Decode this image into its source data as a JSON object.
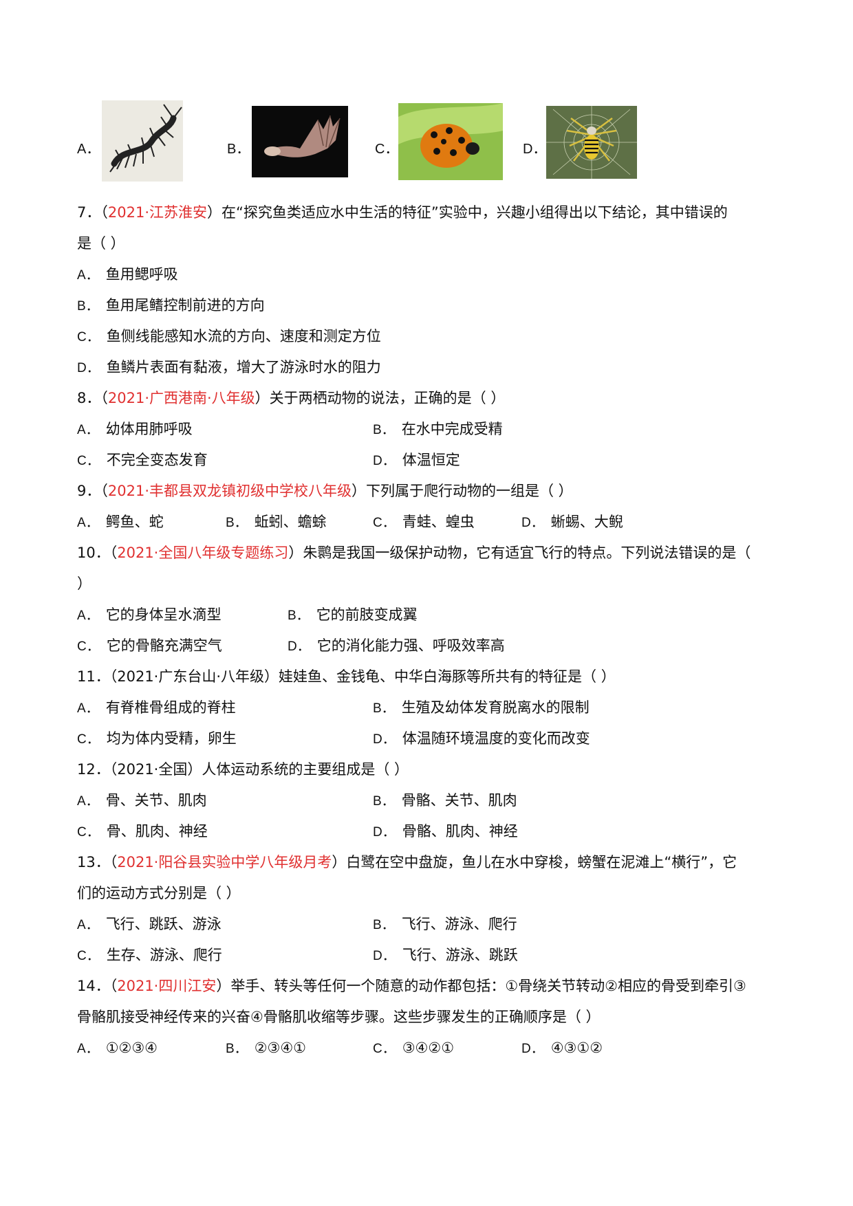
{
  "image_question": {
    "options": [
      {
        "letter": "A．",
        "icon": "centipede-image"
      },
      {
        "letter": "B．",
        "icon": "bat-image"
      },
      {
        "letter": "C．",
        "icon": "ladybug-image"
      },
      {
        "letter": "D．",
        "icon": "spider-image"
      }
    ]
  },
  "q7": {
    "num": "7．",
    "paren_open": "（",
    "source": "2021·江苏淮安",
    "text1": "）在“探究鱼类适应水中生活的特征”实验中，兴趣小组得出以下结论，其中错误的",
    "text2": "是（    ）",
    "options": [
      {
        "letter": "A．",
        "text": "鱼用鳃呼吸"
      },
      {
        "letter": "B．",
        "text": "鱼用尾鳍控制前进的方向"
      },
      {
        "letter": "C．",
        "text": "鱼侧线能感知水流的方向、速度和测定方位"
      },
      {
        "letter": "D．",
        "text": "鱼鳞片表面有黏液，增大了游泳时水的阻力"
      }
    ]
  },
  "q8": {
    "num": "8．",
    "paren_open": "（",
    "source": "2021·广西港南·八年级",
    "text1": "）关于两栖动物的说法，正确的是（    ）",
    "options": [
      {
        "letter": "A．",
        "text": "幼体用肺呼吸"
      },
      {
        "letter": "B．",
        "text": "在水中完成受精"
      },
      {
        "letter": "C．",
        "text": "不完全变态发育"
      },
      {
        "letter": "D．",
        "text": "体温恒定"
      }
    ]
  },
  "q9": {
    "num": "9．",
    "paren_open": "（",
    "source": "2021·丰都县双龙镇初级中学校八年级",
    "text1": "）下列属于爬行动物的一组是（        ）",
    "options": [
      {
        "letter": "A．",
        "text": "鳄鱼、蛇"
      },
      {
        "letter": "B．",
        "text": "蚯蚓、蟾蜍"
      },
      {
        "letter": "C．",
        "text": "青蛙、蝗虫"
      },
      {
        "letter": "D．",
        "text": "蜥蜴、大鲵"
      }
    ]
  },
  "q10": {
    "num": "10．",
    "paren_open": "（",
    "source": "2021·全国八年级专题练习",
    "text1": "）朱鹮是我国一级保护动物，它有适宜飞行的特点。下列说法错误的是（",
    "text2": "）",
    "options": [
      {
        "letter": "A．",
        "text": "它的身体呈水滴型"
      },
      {
        "letter": "B．",
        "text": "它的前肢变成翼"
      },
      {
        "letter": "C．",
        "text": "它的骨骼充满空气"
      },
      {
        "letter": "D．",
        "text": "它的消化能力强、呼吸效率高"
      }
    ]
  },
  "q11": {
    "num": "11．",
    "text1": "（2021·广东台山·八年级）娃娃鱼、金钱龟、中华白海豚等所共有的特征是（    ）",
    "options": [
      {
        "letter": "A．",
        "text": "有脊椎骨组成的脊柱"
      },
      {
        "letter": "B．",
        "text": "生殖及幼体发育脱离水的限制"
      },
      {
        "letter": "C．",
        "text": "均为体内受精，卵生"
      },
      {
        "letter": "D．",
        "text": "体温随环境温度的变化而改变"
      }
    ]
  },
  "q12": {
    "num": "12．",
    "text1": "（2021·全国）人体运动系统的主要组成是（        ）",
    "options": [
      {
        "letter": "A．",
        "text": "骨、关节、肌肉"
      },
      {
        "letter": "B．",
        "text": "骨骼、关节、肌肉"
      },
      {
        "letter": "C．",
        "text": "骨、肌肉、神经"
      },
      {
        "letter": "D．",
        "text": "骨骼、肌肉、神经"
      }
    ]
  },
  "q13": {
    "num": "13．",
    "paren_open": "（",
    "source": "2021·阳谷县实验中学八年级月考",
    "text1": "）白鹭在空中盘旋，鱼儿在水中穿梭，螃蟹在泥滩上“横行”，它",
    "text2": "们的运动方式分别是（  ）",
    "options": [
      {
        "letter": "A．",
        "text": "飞行、跳跃、游泳"
      },
      {
        "letter": "B．",
        "text": "飞行、游泳、爬行"
      },
      {
        "letter": "C．",
        "text": "生存、游泳、爬行"
      },
      {
        "letter": "D．",
        "text": "飞行、游泳、跳跃"
      }
    ]
  },
  "q14": {
    "num": "14．",
    "paren_open": "（",
    "source": "2021·四川江安",
    "text1": "）举手、转头等任何一个随意的动作都包括：①骨绕关节转动②相应的骨受到牵引③",
    "text2": "骨骼肌接受神经传来的兴奋④骨骼肌收缩等步骤。这些步骤发生的正确顺序是（        ）",
    "options": [
      {
        "letter": "A．",
        "text": "①②③④"
      },
      {
        "letter": "B．",
        "text": "②③④①"
      },
      {
        "letter": "C．",
        "text": "③④②①"
      },
      {
        "letter": "D．",
        "text": "④③①②"
      }
    ]
  }
}
